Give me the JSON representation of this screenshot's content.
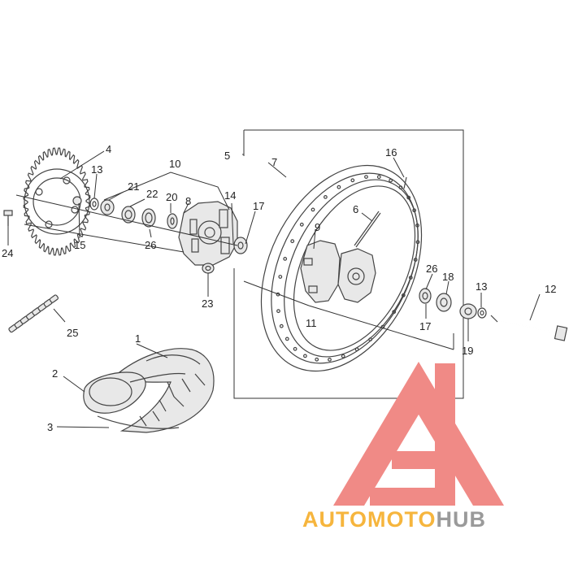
{
  "labels": {
    "l1": "1",
    "l2": "2",
    "l3": "3",
    "l4": "4",
    "l5": "5",
    "l6": "6",
    "l7": "7",
    "l8": "8",
    "l9": "9",
    "l10": "10",
    "l11": "11",
    "l12": "12",
    "l13a": "13",
    "l13b": "13",
    "l14": "14",
    "l15": "15",
    "l16": "16",
    "l17a": "17",
    "l17b": "17",
    "l18": "18",
    "l19": "19",
    "l20": "20",
    "l21": "21",
    "l22": "22",
    "l23": "23",
    "l24": "24",
    "l25": "25",
    "l26a": "26",
    "l26b": "26"
  },
  "watermark": {
    "part1": "AUTO",
    "part2": "MOTO",
    "part3": "HUB"
  },
  "colors": {
    "logo_red": "#f08a86",
    "logo_orange": "#f6b53d",
    "logo_gray": "#9a9a9a"
  }
}
